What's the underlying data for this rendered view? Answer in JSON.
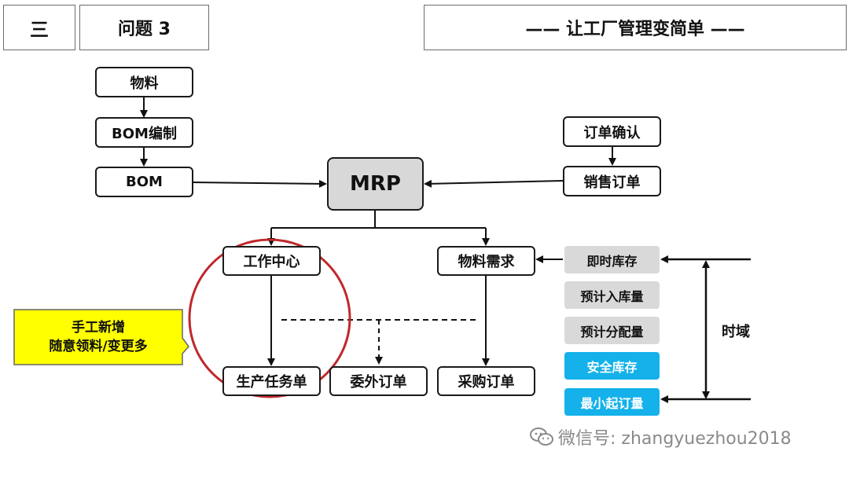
{
  "header": {
    "section_label": "三",
    "question_label": "问题  3",
    "slogan": "—— 让工厂管理变简单 ——"
  },
  "nodes": {
    "material": "物料",
    "bom_compile": "BOM编制",
    "bom": "BOM",
    "mrp": "MRP",
    "order_confirm": "订单确认",
    "sales_order": "销售订单",
    "work_center": "工作中心",
    "material_demand": "物料需求",
    "production_task": "生产任务单",
    "outsource_order": "委外订单",
    "purchase_order": "采购订单"
  },
  "inventory_factors": [
    {
      "label": "即时库存",
      "style": "gray"
    },
    {
      "label": "预计入库量",
      "style": "gray"
    },
    {
      "label": "预计分配量",
      "style": "gray"
    },
    {
      "label": "安全库存",
      "style": "blue"
    },
    {
      "label": "最小起订量",
      "style": "blue"
    }
  ],
  "time_domain_label": "时域",
  "callout": {
    "line1": "手工新增",
    "line2": "随意领料/变更多"
  },
  "watermark": "微信号: zhangyuezhou2018",
  "colors": {
    "highlight_circle": "#c0282d",
    "callout_fill": "#ffff00",
    "blue_tag": "#14b1ea",
    "gray_tag": "#d9d9d9",
    "mrp_fill": "#d8d8d8"
  }
}
